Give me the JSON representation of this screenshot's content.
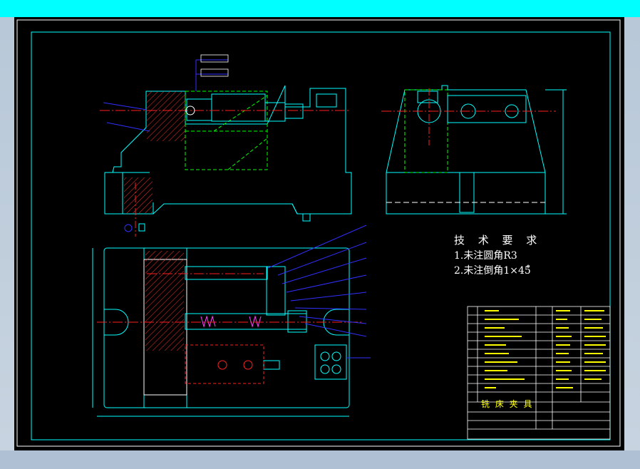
{
  "technical_requirements": {
    "title": "技 术 要 求",
    "items": [
      "1.未注圆角R3",
      "2.未注倒角1×45̊"
    ]
  },
  "title_block": {
    "drawing_name": "铣 床 夹 具"
  },
  "colors": {
    "background": "#000000",
    "window_top": "#00ffff",
    "outline": "#00ffff",
    "centerline": "#ff2020",
    "hidden": "#00ff00",
    "section_hatch": "#ff3030",
    "leaders": "#3030ff",
    "annotation": "#ffffff",
    "yellow": "#ffff00",
    "magenta": "#ff40ff"
  }
}
